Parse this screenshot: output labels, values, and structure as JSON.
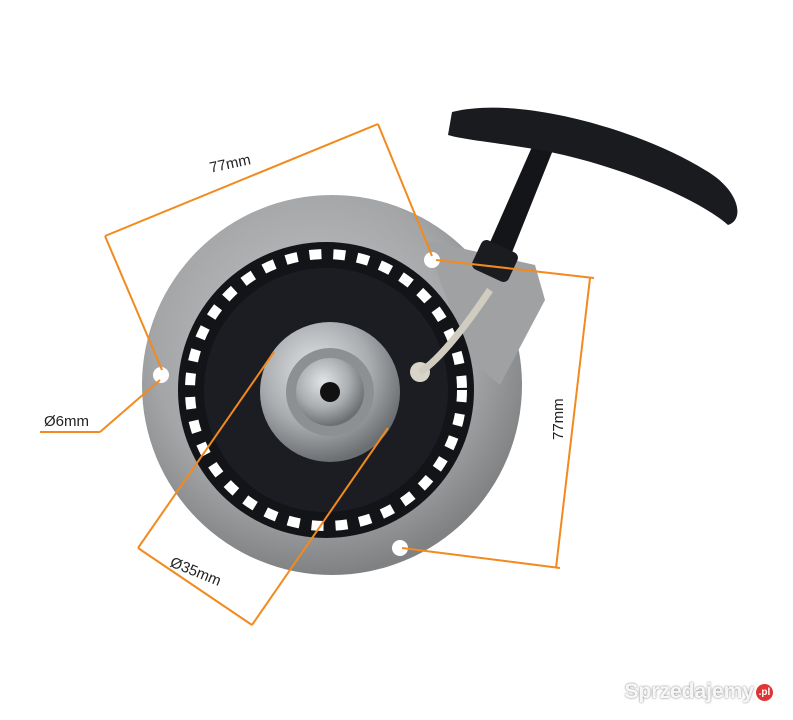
{
  "dimensions": {
    "top_width": "77mm",
    "right_height": "77mm",
    "hole_diameter": "Ø6mm",
    "hub_diameter": "Ø35mm"
  },
  "watermark": {
    "text": "Sprzedajemy",
    "badge": ".pl"
  },
  "colors": {
    "dimension_line": "#f28a1e",
    "housing": "#a7a9ab",
    "plastic": "#15161a",
    "metal": "#b9bcbf"
  }
}
